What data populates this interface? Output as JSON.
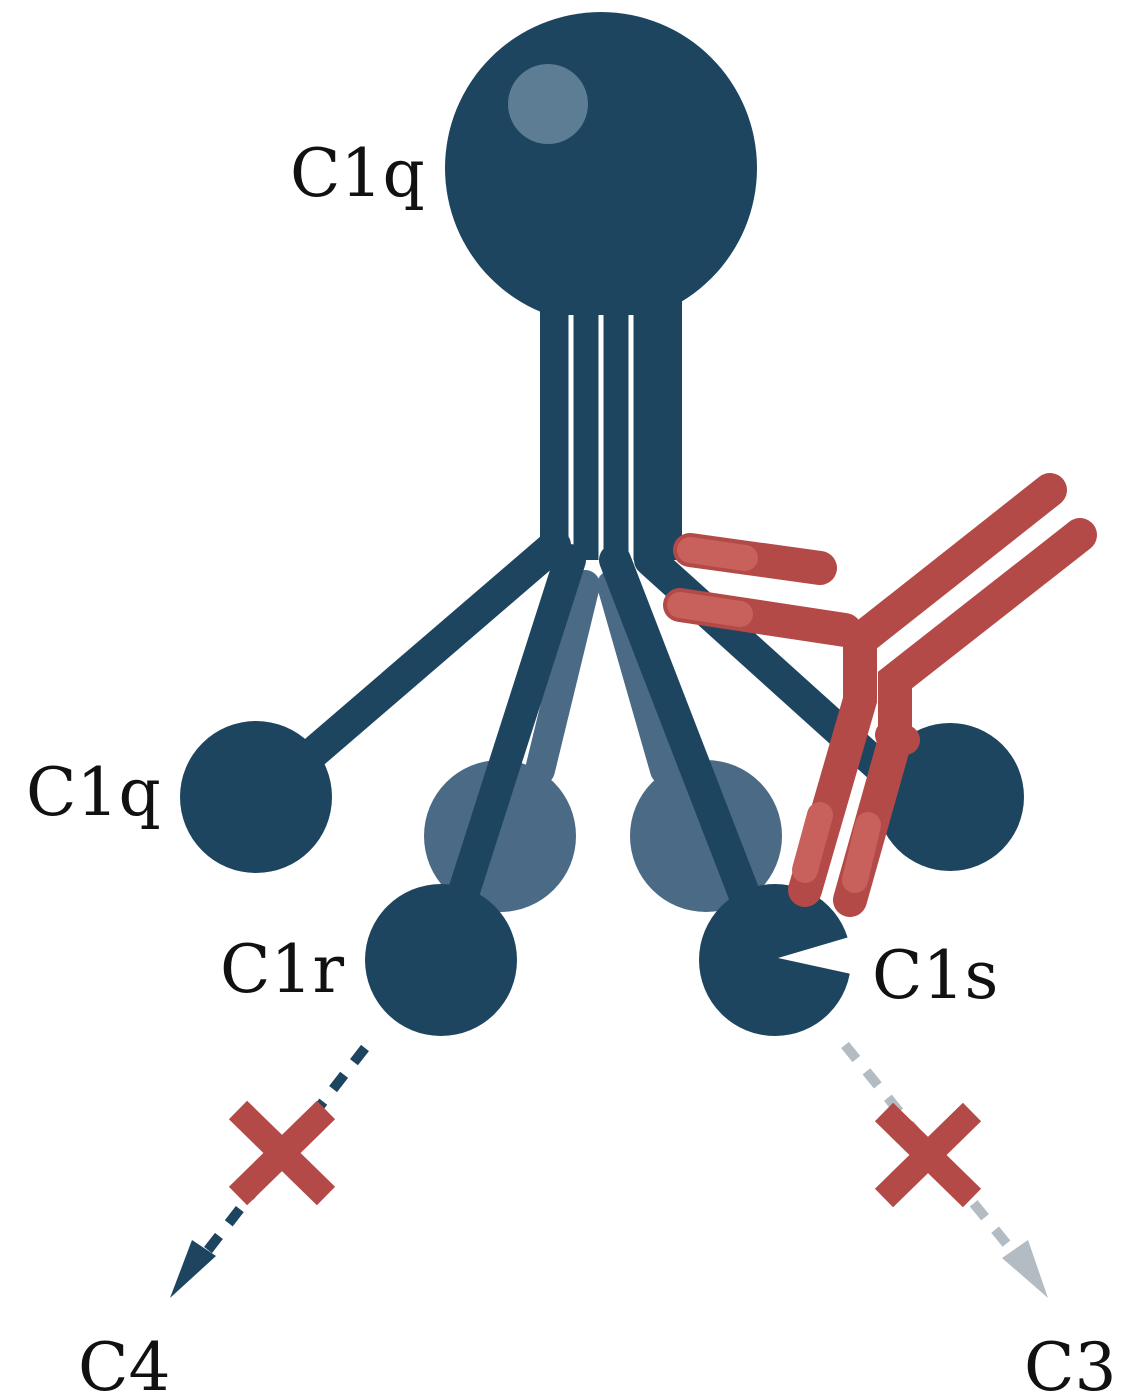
{
  "labels": {
    "c1q_head": "C1q",
    "c1q_arm": "C1q",
    "c1r": "C1r",
    "c1s": "C1s",
    "c4": "C4",
    "c3": "C3"
  },
  "colors": {
    "protein": "#1d4560",
    "protein_faded": "#4a6a85",
    "antibody": "#b44a47",
    "antibody_light": "#c8605c",
    "blocked_x": "#b44a47",
    "arrow_c4": "#1d4560",
    "arrow_c3": "#b3bcc3",
    "text": "#111111"
  },
  "icons": {
    "blocked": "cross-mark",
    "antibody": "y-shaped-antibody"
  }
}
